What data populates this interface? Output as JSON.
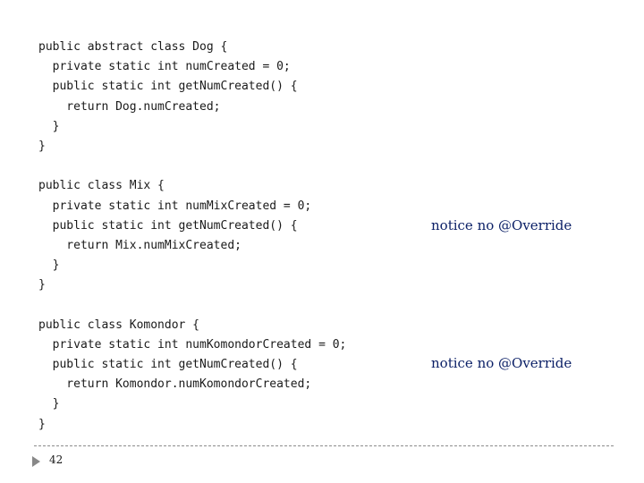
{
  "code_lines": [
    "public abstract class Dog {",
    "  private static int numCreated = 0;",
    "  public static int getNumCreated() {",
    "    return Dog.numCreated;",
    "  }",
    "}",
    "",
    "public class Mix {",
    "  private static int numMixCreated = 0;",
    "  public static int getNumCreated() {",
    "    return Mix.numMixCreated;",
    "  }",
    "}",
    "",
    "public class Komondor {",
    "  private static int numKomondorCreated = 0;",
    "  public static int getNumCreated() {",
    "    return Komondor.numKomondorCreated;",
    "  }",
    "}"
  ],
  "notes": [
    "notice no @Override",
    "notice no @Override"
  ],
  "page_number": "42"
}
